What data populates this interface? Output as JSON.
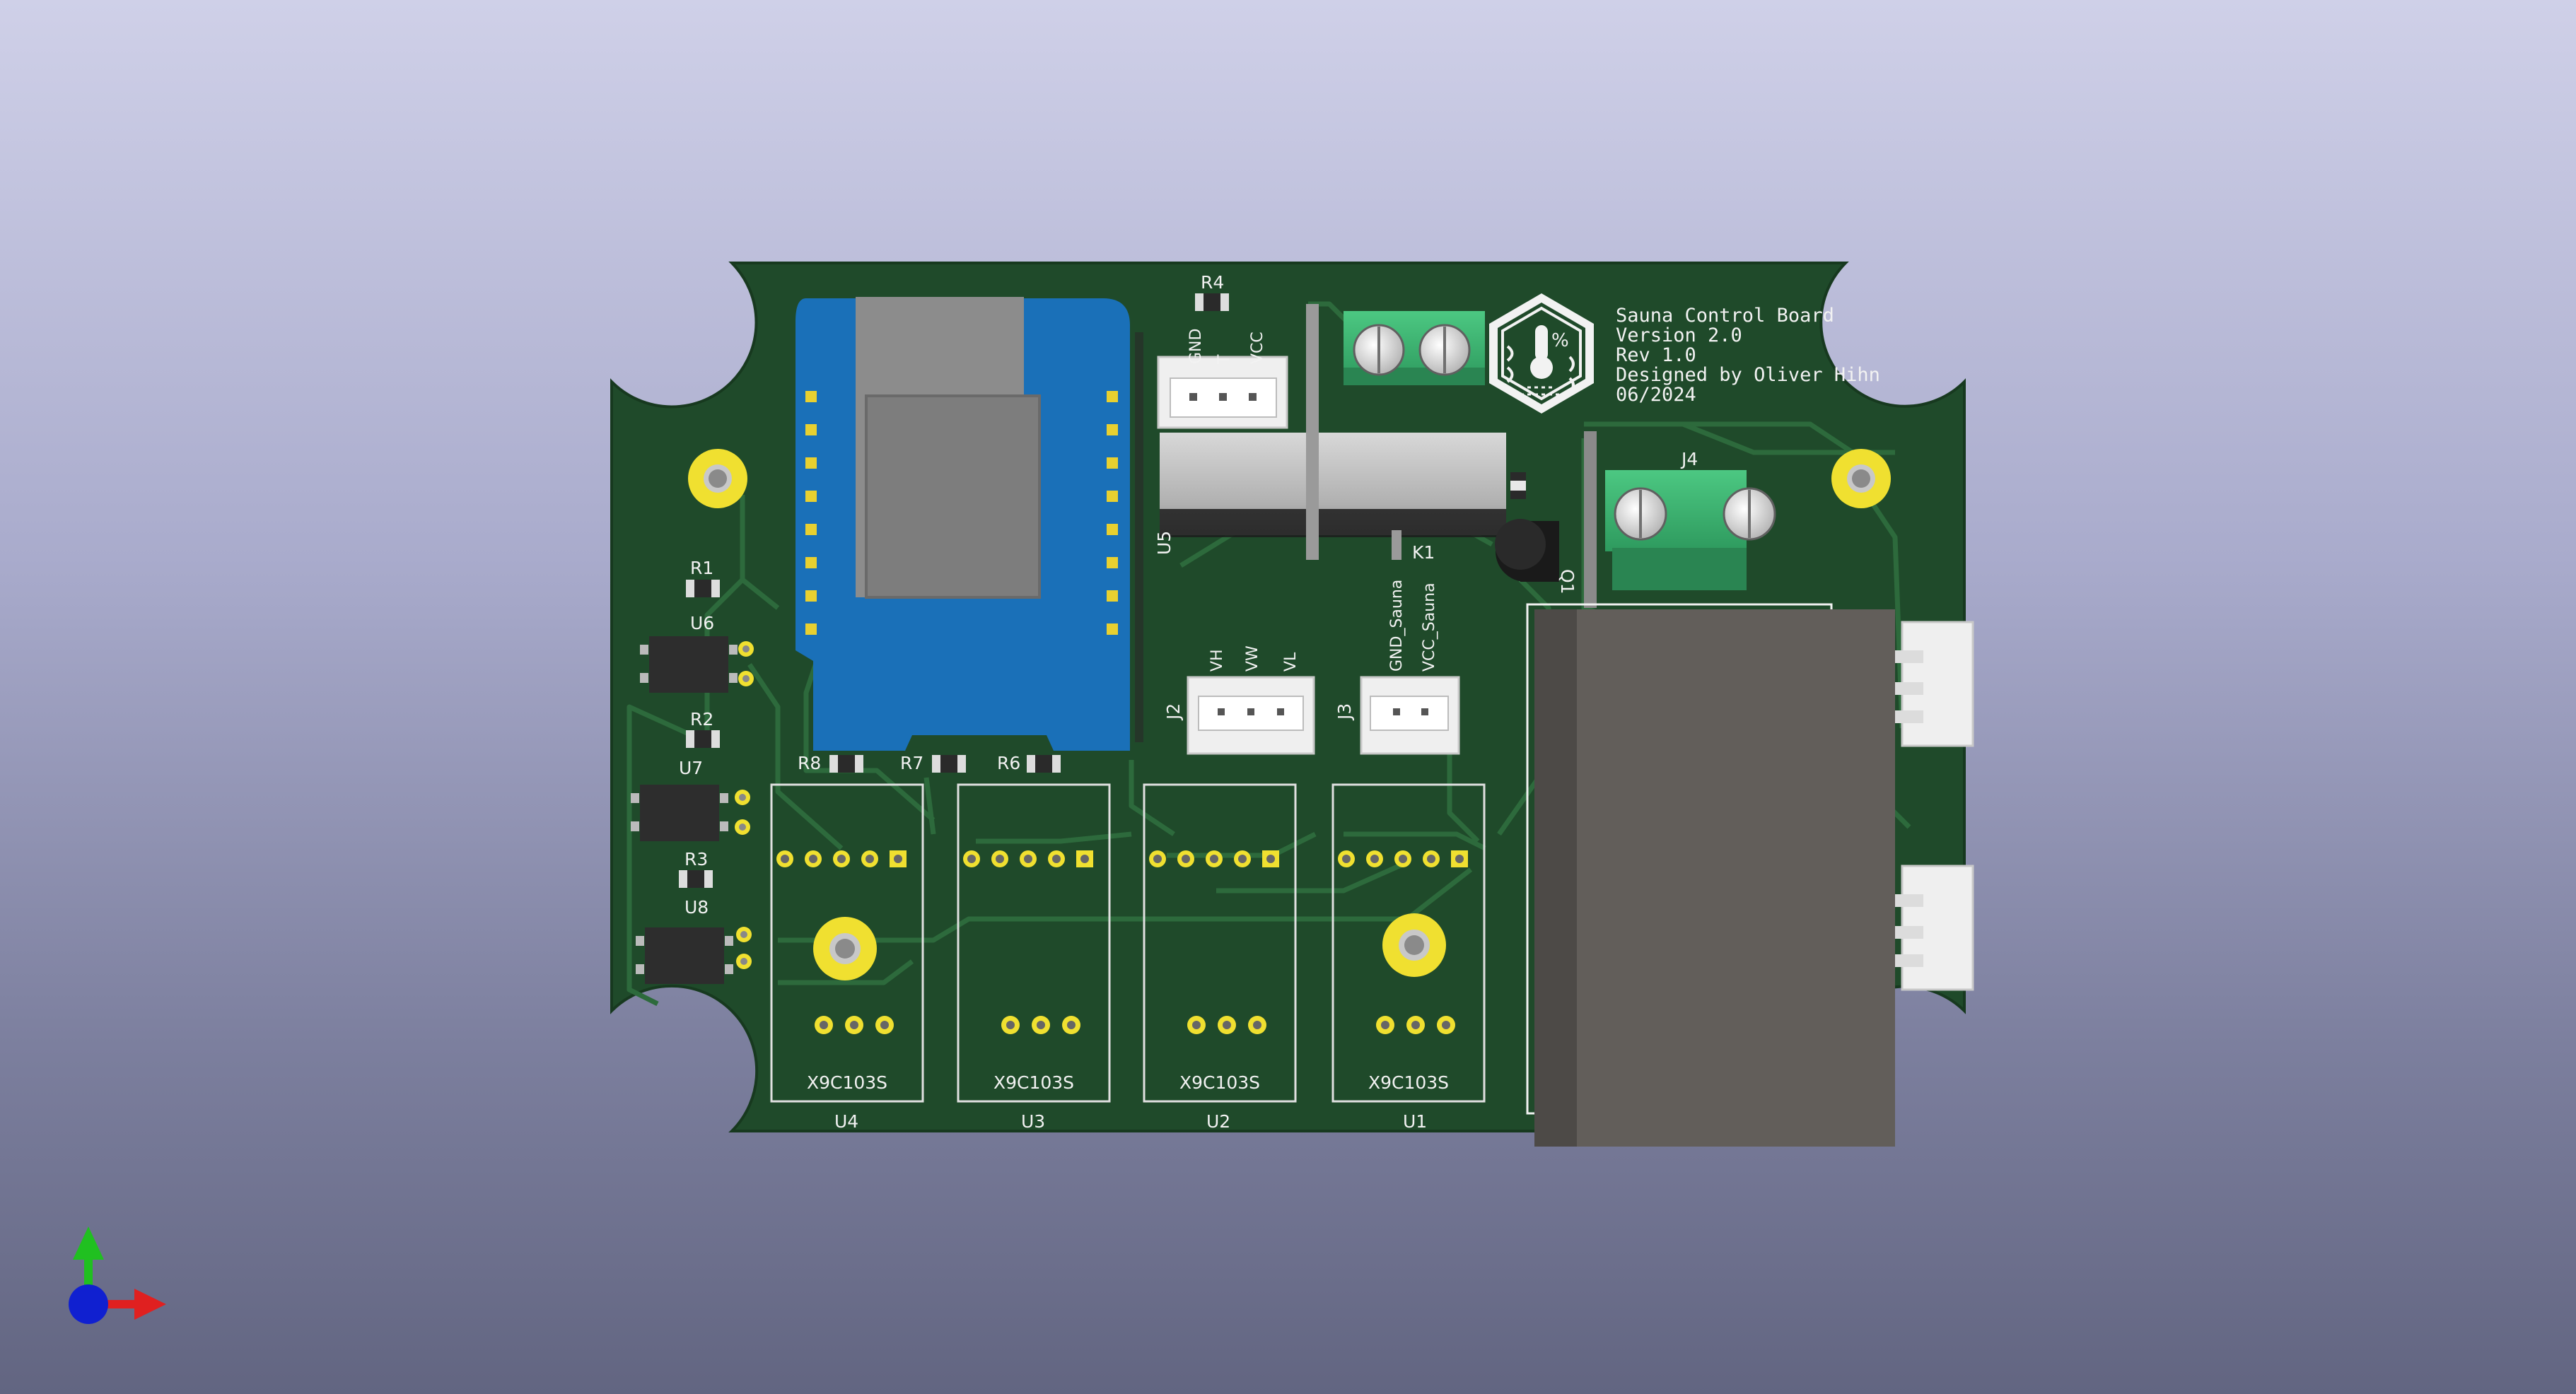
{
  "board": {
    "title_lines": [
      "Sauna Control Board",
      "Version 2.0",
      "Rev 1.0",
      "Designed by Oliver Hihn",
      "06/2024"
    ]
  },
  "refs": {
    "R1": "R1",
    "R2": "R2",
    "R3": "R3",
    "R4": "R4",
    "R6": "R6",
    "R7": "R7",
    "R8": "R8",
    "U1": "U1",
    "U2": "U2",
    "U3": "U3",
    "U4": "U4",
    "U5": "U5",
    "U6": "U6",
    "U7": "U7",
    "U8": "U8",
    "J2": "J2",
    "J3": "J3",
    "J4": "J4",
    "K1": "K1",
    "Q1": "Q1"
  },
  "pins": {
    "sensor": [
      "GND",
      "T",
      "VCC"
    ],
    "j2": [
      "VH",
      "VW",
      "VL"
    ],
    "j3": [
      "GND_Sauna",
      "VCC_Sauna"
    ]
  },
  "modules": {
    "pot_label": "X9C103S"
  },
  "colors": {
    "pcb": "#1f4a2a",
    "copper_trace": "#2d6a3c",
    "pad_gold": "#f0e030",
    "silkscreen": "#f2f2f2",
    "d1_mini": "#1a70b8",
    "terminal": "#3db572",
    "relay_body": "#625e5a"
  },
  "axes": {
    "x_color": "#e02020",
    "y_color": "#20c020",
    "z_color": "#1020d0"
  }
}
